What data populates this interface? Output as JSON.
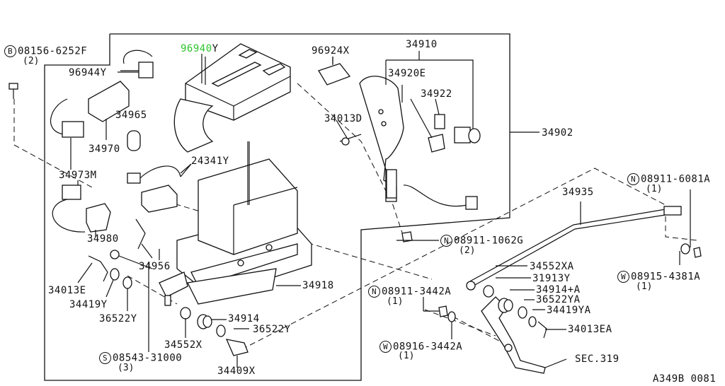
{
  "labels": {
    "p08156": "08156-6252F",
    "p08156_qty": "(2)",
    "p96944Y": "96944Y",
    "p96940_main": "96940",
    "p96940_suffix": "Y",
    "p96924X": "96924X",
    "p34910": "34910",
    "p34920E": "34920E",
    "p34922": "34922",
    "p34013D": "34013D",
    "p34965": "34965",
    "p34970": "34970",
    "p34902": "34902",
    "p24341Y": "24341Y",
    "p34973M": "34973M",
    "p08911_6081A": "08911-6081A",
    "p08911_6081A_qty": "(1)",
    "p34935": "34935",
    "p34980": "34980",
    "p08911_1062G": "08911-1062G",
    "p08911_1062G_qty": "(2)",
    "p34956": "34956",
    "p34552XA": "34552XA",
    "p31913Y": "31913Y",
    "p08915_4381A": "08915-4381A",
    "p08915_4381A_qty": "(1)",
    "p34013E": "34013E",
    "p34918": "34918",
    "p34914A": "34914+A",
    "p34419Y": "34419Y",
    "p08911_3442A": "08911-3442A",
    "p08911_3442A_qty": "(1)",
    "p36522YA": "36522YA",
    "p34419YA": "34419YA",
    "p36522Y_left": "36522Y",
    "p34914": "34914",
    "p36522Y_mid": "36522Y",
    "p34013EA": "34013EA",
    "p34552X": "34552X",
    "p08916_3442A": "08916-3442A",
    "p08916_3442A_qty": "(1)",
    "p08543_31000": "08543-31000",
    "p08543_31000_qty": "(3)",
    "pSEC319": "SEC.319",
    "p34409X": "34409X",
    "ref": "A349B 0081"
  },
  "markers": {
    "B": "B",
    "N1": "N",
    "N2": "N",
    "N3": "N",
    "W1": "W",
    "W2": "W",
    "S": "S"
  },
  "colors": {
    "highlight": "#2cc52c",
    "line": "#111111",
    "background": "#ffffff"
  }
}
